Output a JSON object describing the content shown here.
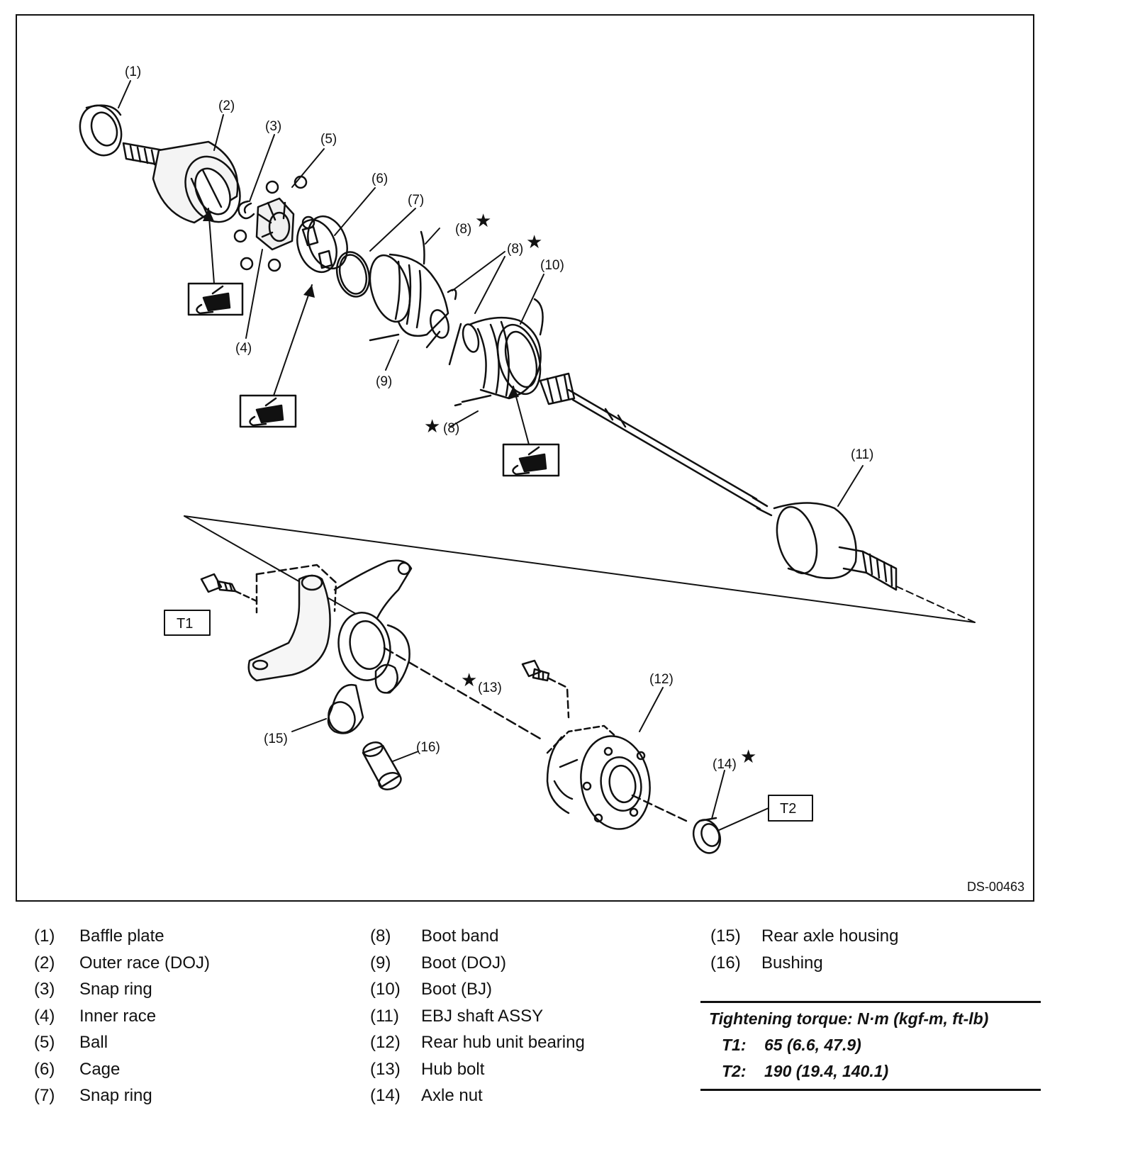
{
  "figure": {
    "code": "DS-00463",
    "callouts": {
      "c1": "(1)",
      "c2": "(2)",
      "c3": "(3)",
      "c4": "(4)",
      "c5": "(5)",
      "c6": "(6)",
      "c7": "(7)",
      "c8a": "(8)",
      "c8b": "(8)",
      "c8c": "(8)",
      "c9": "(9)",
      "c10": "(10)",
      "c11": "(11)",
      "c12": "(12)",
      "c13": "(13)",
      "c14": "(14)",
      "c15": "(15)",
      "c16": "(16)"
    },
    "torque_labels": {
      "t1": "T1",
      "t2": "T2"
    },
    "star": "★"
  },
  "legend": {
    "col1": [
      {
        "num": "(1)",
        "name": "Baffle plate"
      },
      {
        "num": "(2)",
        "name": "Outer race (DOJ)"
      },
      {
        "num": "(3)",
        "name": "Snap ring"
      },
      {
        "num": "(4)",
        "name": "Inner race"
      },
      {
        "num": "(5)",
        "name": "Ball"
      },
      {
        "num": "(6)",
        "name": "Cage"
      },
      {
        "num": "(7)",
        "name": "Snap ring"
      }
    ],
    "col2": [
      {
        "num": "(8)",
        "name": "Boot band"
      },
      {
        "num": "(9)",
        "name": "Boot (DOJ)"
      },
      {
        "num": "(10)",
        "name": "Boot (BJ)"
      },
      {
        "num": "(11)",
        "name": "EBJ shaft ASSY"
      },
      {
        "num": "(12)",
        "name": "Rear hub unit bearing"
      },
      {
        "num": "(13)",
        "name": "Hub bolt"
      },
      {
        "num": "(14)",
        "name": "Axle nut"
      }
    ],
    "col3": [
      {
        "num": "(15)",
        "name": "Rear axle housing"
      },
      {
        "num": "(16)",
        "name": "Bushing"
      }
    ]
  },
  "torque": {
    "header": "Tightening torque: N·m (kgf-m, ft-lb)",
    "rows": [
      {
        "key": "T1:",
        "value": "65 (6.6, 47.9)"
      },
      {
        "key": "T2:",
        "value": "190 (19.4, 140.1)"
      }
    ]
  }
}
